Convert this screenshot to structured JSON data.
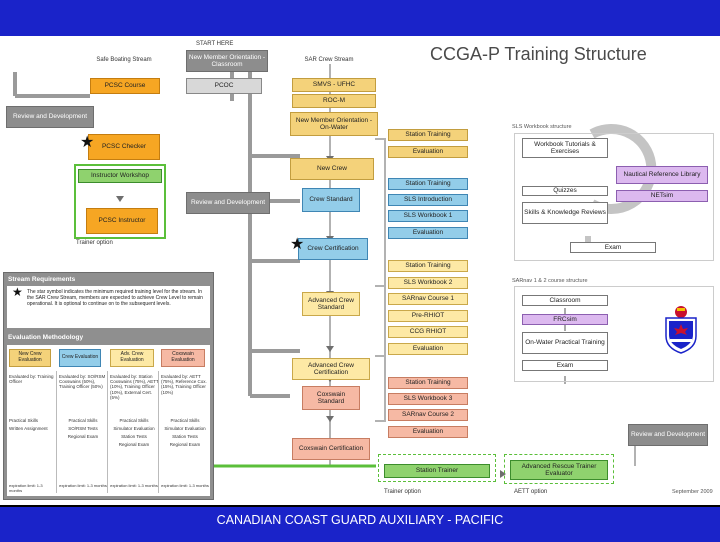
{
  "title": "CCGA-P Training Structure",
  "footer": "CANADIAN COAST GUARD AUXILIARY - PACIFIC",
  "date": "September 2009",
  "labels": {
    "start_here": "START HERE",
    "safe_boating_stream": "Safe Boating Stream",
    "sar_crew_stream": "SAR Crew Stream",
    "trainer_option": "Trainer option",
    "trainer_option_2": "Trainer option",
    "aett_option": "AETT option",
    "sls_workbook_structure": "SLS Workbook structure",
    "sarnav_structure": "SARnav 1 & 2 course structure"
  },
  "boxes": {
    "new_member_classroom": "New Member Orientation - Classroom",
    "pcsc_course": "PCSC Course",
    "pcoc": "PCOC",
    "smvs_ufhc": "SMVS - UFHC",
    "roc_m": "ROC-M",
    "review_dev_left": "Review and Development",
    "new_member_onwater": "New Member Orientation - On-Water",
    "pcsc_checker": "PCSC Checker",
    "instructor_workshop": "Instructor Workshop",
    "pcsc_instructor": "PCSC Instructor",
    "new_crew": "New Crew",
    "review_dev_mid": "Review and Development",
    "crew_standard": "Crew Standard",
    "crew_certification": "Crew Certification",
    "advanced_crew_standard": "Advanced Crew Standard",
    "advanced_crew_certification": "Advanced Crew Certification",
    "coxswain_standard": "Coxswain Standard",
    "coxswain_certification": "Coxswain Certification",
    "station_trainer": "Station Trainer",
    "advanced_rescue_trainer": "Advanced Rescue Trainer Evaluator",
    "review_dev_right": "Review and Development"
  },
  "modules": [
    "Station Training",
    "Evaluation",
    "Station Training",
    "SLS Introduction",
    "SLS Workbook 1",
    "Evaluation",
    "Station Training",
    "SLS Workbook 2",
    "SARnav Course 1",
    "Pre-RHIOT",
    "CCG RHIOT",
    "Evaluation",
    "Station Training",
    "SLS Workbook 3",
    "SARnav Course 2",
    "Evaluation"
  ],
  "sls_structure": {
    "workbook": "Workbook Tutorials & Exercises",
    "nautical": "Nautical Reference Library",
    "quizzes": "Quizzes",
    "netsim": "NETsim",
    "skills": "Skills & Knowledge Reviews",
    "exam": "Exam"
  },
  "sarnav_structure": {
    "classroom": "Classroom",
    "frcsim": "FRCsim",
    "onwater": "On-Water Practical Training",
    "exam": "Exam"
  },
  "stream_requirements": {
    "title": "Stream Requirements",
    "text": "The star symbol indicates the minimum required training level for the stream. In the SAR Crew Stream, members are expected to achieve Crew Level to remain operational. It is optional to continue on to the subsequent levels."
  },
  "evaluation_methodology": {
    "title": "Evaluation Methodology",
    "columns": [
      {
        "header": "New Crew Evaluation",
        "rows": [
          "Evaluated by: Training Officer",
          "Practical Skills",
          "Written Assignment",
          "expiration limit: 1-3 months"
        ]
      },
      {
        "header": "Crew Evaluation",
        "rows": [
          "Evaluated by: SO/RSM Coxswains (50%), Training Officer (50%)",
          "Practical Skills",
          "SO/RSM Tests",
          "Regional Exam",
          "expiration limit: 1-3 months"
        ]
      },
      {
        "header": "Adv. Crew Evaluation",
        "rows": [
          "Evaluated by: Station Coxswains (75%), AETT (10%), Training Officer (10%), External Cert. (5%)",
          "Practical Skills",
          "Simulator Evaluation",
          "Station Tests",
          "Regional Exam",
          "expiration limit: 1-3 months"
        ]
      },
      {
        "header": "Coxswain Evaluation",
        "rows": [
          "Evaluated by: AETT (75%), Reference Cox. (15%), Training Officer (10%)",
          "Practical Skills",
          "Simulator Evaluation",
          "Station Tests",
          "Regional Exam",
          "expiration limit: 1-3 months"
        ]
      }
    ]
  },
  "colors": {
    "bar": "#1a23c9",
    "gray": "#8d8d8d",
    "orange": "#f6a623",
    "yellow": "#fde9a5",
    "blue": "#bfe2f4",
    "salmon": "#f6b9a4",
    "green": "#8fd26e"
  }
}
